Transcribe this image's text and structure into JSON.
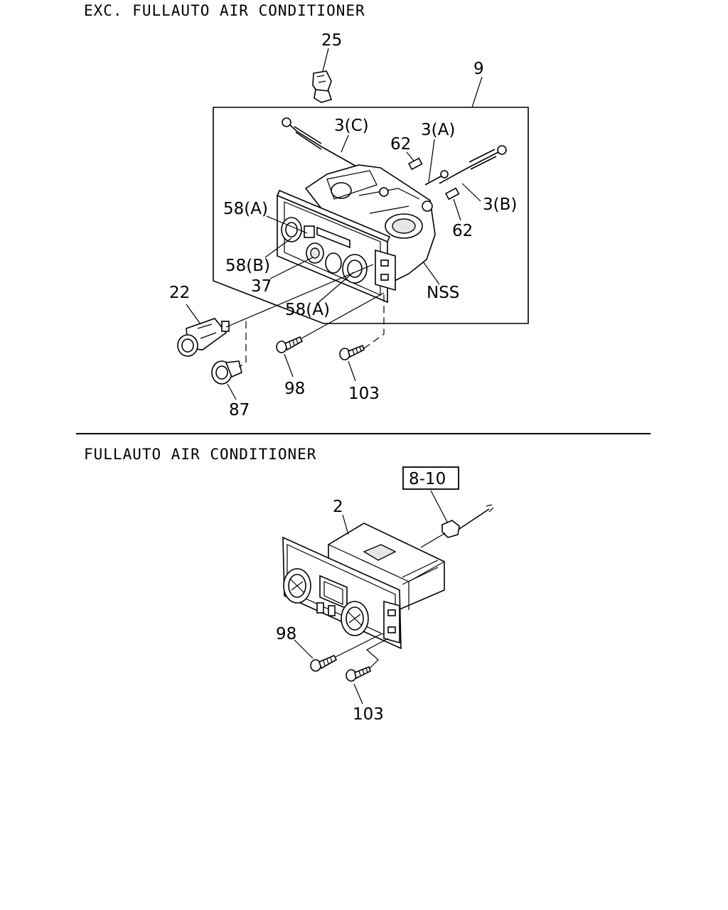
{
  "sections": [
    {
      "title": "EXC. FULLAUTO AIR CONDITIONER",
      "callouts": {
        "c25": "25",
        "c9": "9",
        "c3c": "3(C)",
        "c62a": "62",
        "c3a": "3(A)",
        "c3b": "3(B)",
        "c62b": "62",
        "c58a_top": "58(A)",
        "c58b": "58(B)",
        "c37": "37",
        "c58a_bot": "58(A)",
        "cnss": "NSS",
        "c22": "22",
        "c98": "98",
        "c103": "103",
        "c87": "87"
      }
    },
    {
      "title": "FULLAUTO AIR CONDITIONER",
      "callouts": {
        "c810": "8-10",
        "c2": "2",
        "c98": "98",
        "c103": "103"
      }
    }
  ]
}
